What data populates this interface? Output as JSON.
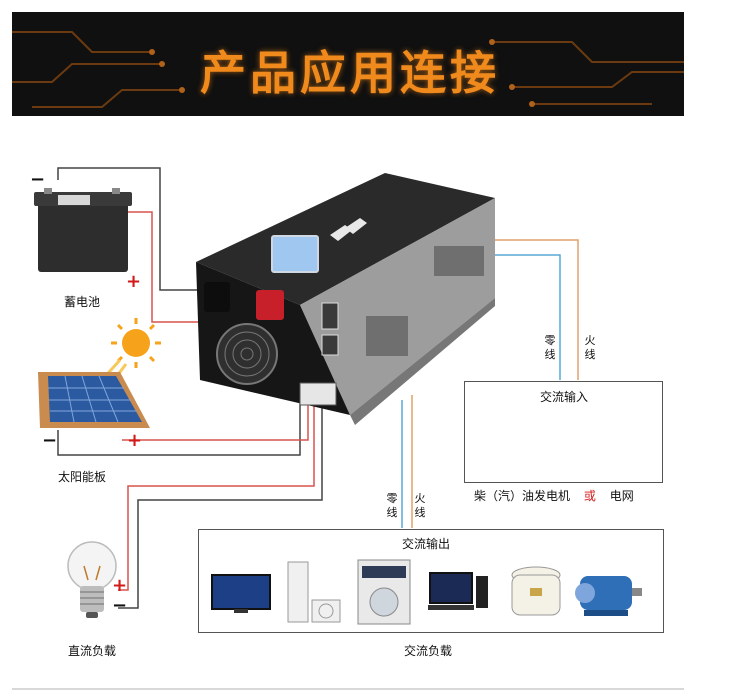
{
  "banner": {
    "title": "产品应用连接"
  },
  "signs": {
    "minus": "−",
    "plus": "+"
  },
  "labels": {
    "battery": "蓄电池",
    "solar_panel": "太阳能板",
    "dc_load": "直流负载",
    "ac_load": "交流负载"
  },
  "ac_input": {
    "title": "交流输入",
    "zero_line": "零线",
    "live_line": "火线",
    "caption_generator": "柴（汽）油发电机",
    "caption_or": "或",
    "caption_grid": "电网"
  },
  "ac_output": {
    "title": "交流输出",
    "zero_line": "零线",
    "live_line": "火线"
  },
  "colors": {
    "wire_red": "#d9534f",
    "wire_black": "#444444",
    "wire_blue": "#5aa7d6",
    "wire_orange": "#e0a06a",
    "banner_accent": "#f08a1c"
  }
}
